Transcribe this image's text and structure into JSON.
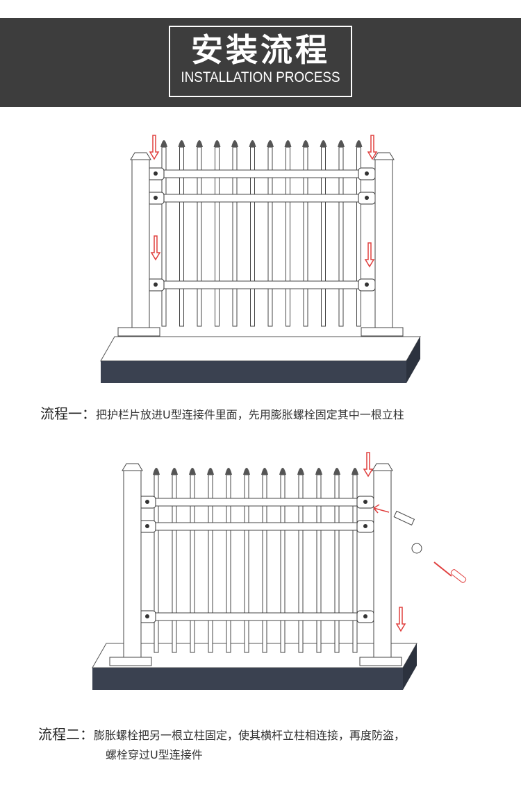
{
  "header": {
    "title_cn": "安装流程",
    "title_en": "INSTALLATION PROCESS"
  },
  "steps": [
    {
      "label": "流程一：",
      "text": "把护栏片放进U型连接件里面，先用膨胀螺栓固定其中一根立柱"
    },
    {
      "label": "流程二：",
      "text": "膨胀螺栓把另一根立柱固定，使其横杆立柱相连接，再度防盗，",
      "text2": "螺栓穿过U型连接件"
    }
  ],
  "colors": {
    "header_bg": "#3d3d3d",
    "arrow": "#e0403f",
    "slab": "#3a4150"
  }
}
